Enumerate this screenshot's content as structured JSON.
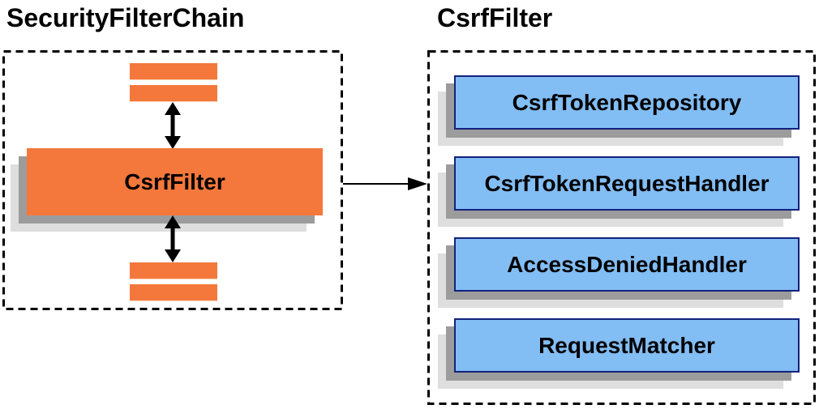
{
  "diagram": {
    "left": {
      "title": "SecurityFilterChain",
      "filter_box_label": "CsrfFilter"
    },
    "right": {
      "title": "CsrfFilter",
      "components": [
        "CsrfTokenRepository",
        "CsrfTokenRequestHandler",
        "AccessDeniedHandler",
        "RequestMatcher"
      ]
    },
    "colors": {
      "orange_fill": "#F4783C",
      "blue_fill": "#82BDF4",
      "blue_border": "#13227C",
      "shadow_dark": "#9C9C9C",
      "shadow_light": "#DEDEDE",
      "line_color": "#000000"
    }
  }
}
